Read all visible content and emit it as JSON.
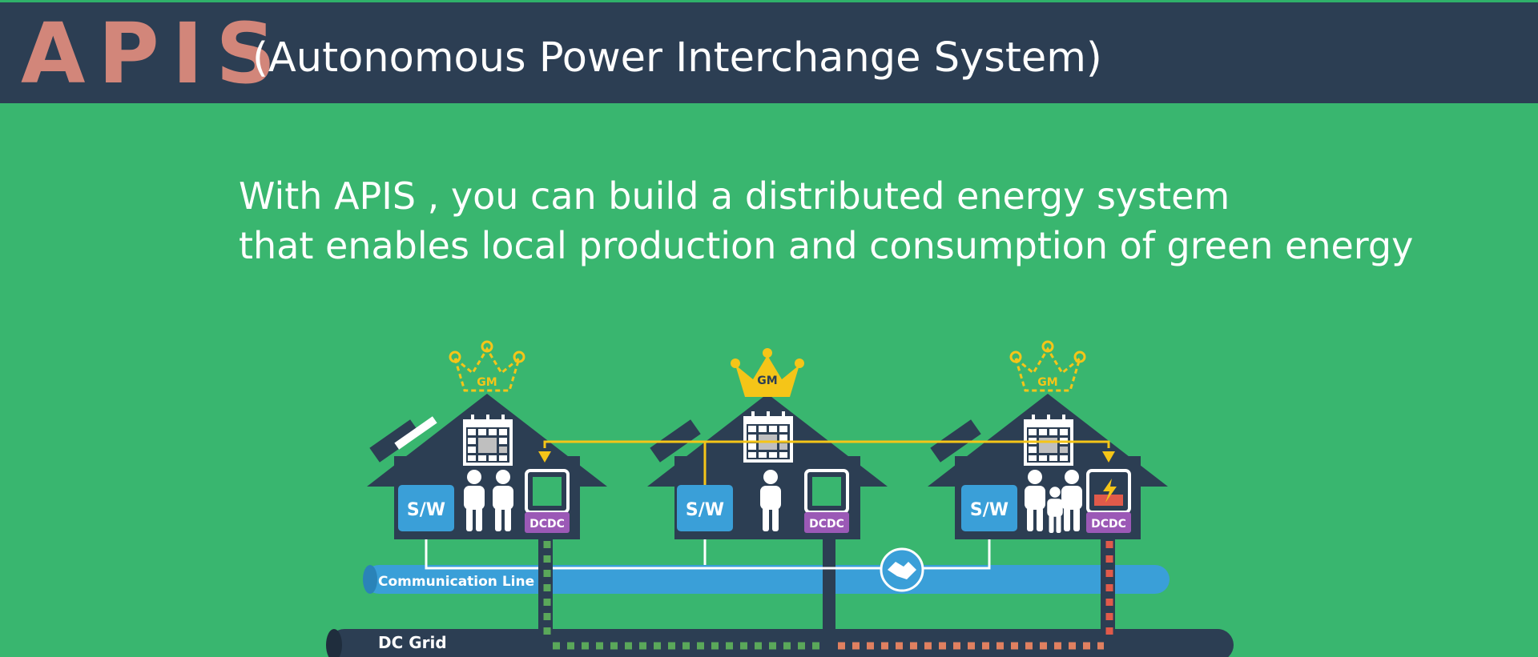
{
  "header": {
    "brand": "APIS",
    "subtitle": "(Autonomous Power Interchange System)"
  },
  "tagline": {
    "line1": "With APIS , you can build a distributed energy system",
    "line2": "that enables local production and consumption of green energy"
  },
  "diagram": {
    "crown_label": "GM",
    "switch_label": "S/W",
    "converter_label": "DCDC",
    "communication_line_label": "Communication Line",
    "dc_grid_label": "DC Grid",
    "colors": {
      "house": "#2c3e53",
      "switch": "#3a9fd8",
      "converter": "#9b59b6",
      "communication_line": "#3a9fd8",
      "dc_grid": "#2c3e53",
      "crown": "#f5c518",
      "signal_arrow": "#f5c518",
      "power_flow_green": "#5aa85a",
      "power_flow_red": "#e05a4a"
    }
  }
}
